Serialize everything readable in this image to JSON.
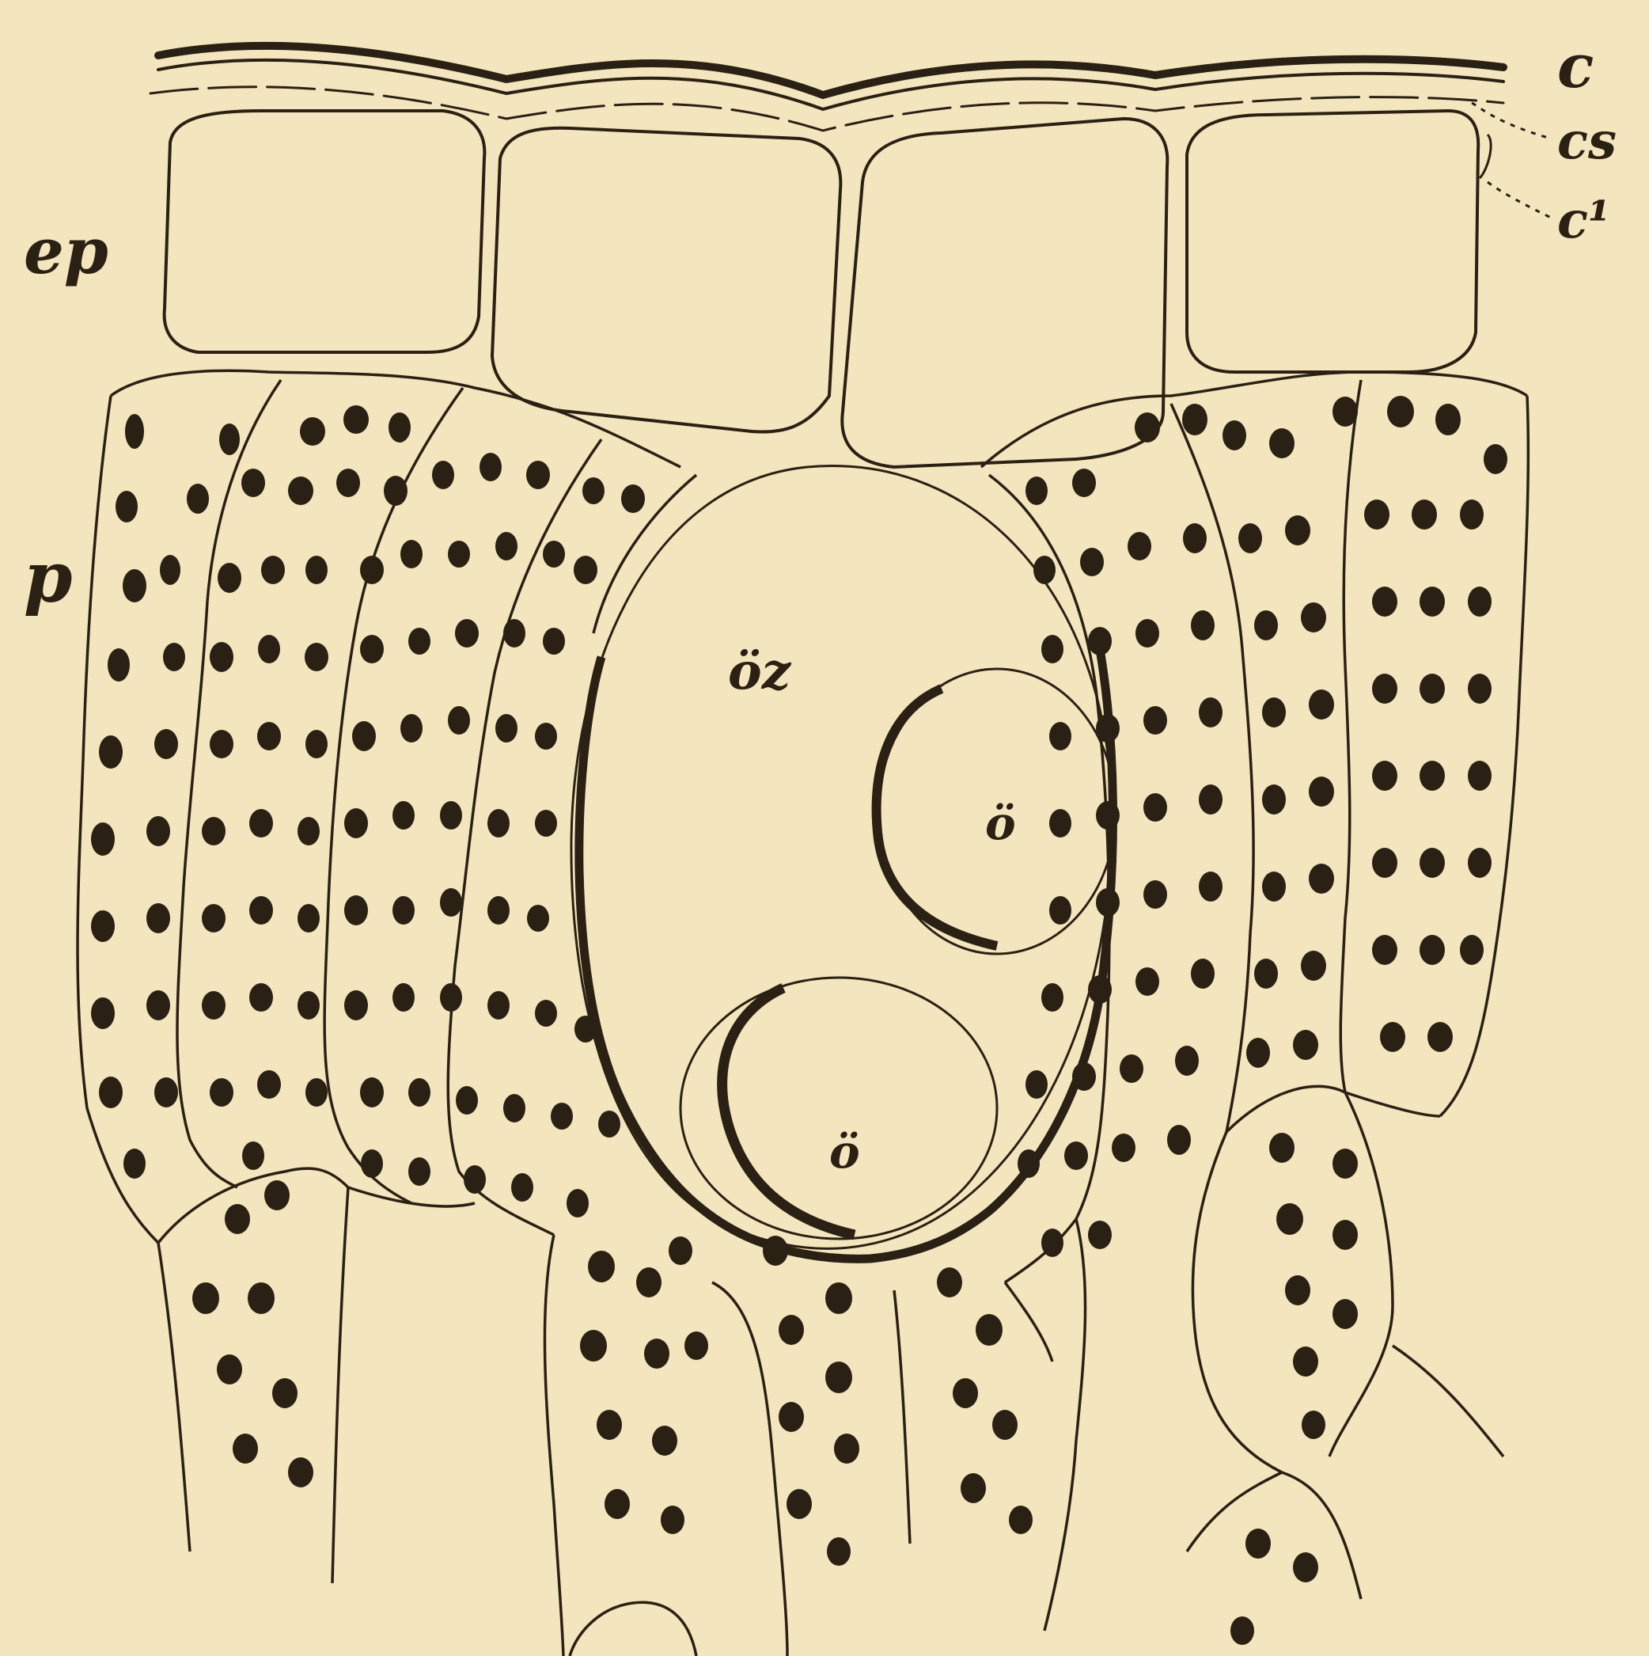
{
  "figure": {
    "background": "#f3e5bd",
    "ink": "#2b2014",
    "labels": {
      "cuticle": "c",
      "cuticular_layer": "cs",
      "cuticle_inner": "c¹",
      "epidermis": "ep",
      "palisade": "p",
      "oil_cell": "öz",
      "oil_drop_upper": "ö",
      "oil_drop_lower": "ö"
    }
  }
}
